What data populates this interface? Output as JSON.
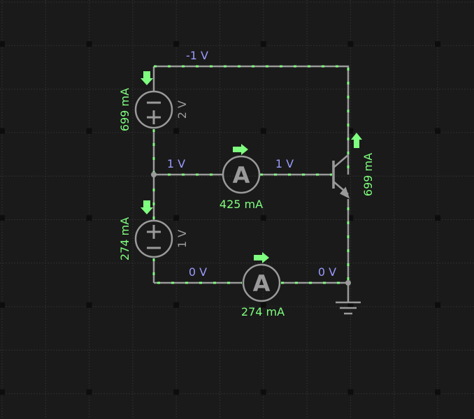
{
  "colors": {
    "background": "#1a1a1a",
    "grid": "#2e2e2e",
    "gridDot": "#0d0d0d",
    "wire": "#9a9a9a",
    "current": "#7fff7f",
    "voltage": "#9a9aff",
    "component": "#9a9a9a"
  },
  "nodes": {
    "top": "-1 V",
    "mid_left": "1 V",
    "mid_right": "1 V",
    "bottom_left": "0 V",
    "bottom_right": "0 V"
  },
  "sources": {
    "upper": {
      "voltage": "2 V",
      "current": "699 mA"
    },
    "lower": {
      "voltage": "1 V",
      "current": "274 mA"
    }
  },
  "ammeters": {
    "upper": {
      "reading": "425 mA",
      "symbol": "A"
    },
    "lower": {
      "reading": "274 mA",
      "symbol": "A"
    }
  },
  "transistor": {
    "current": "699 mA",
    "type": "npn-transistor"
  },
  "ground": {
    "symbol": "ground-icon"
  }
}
